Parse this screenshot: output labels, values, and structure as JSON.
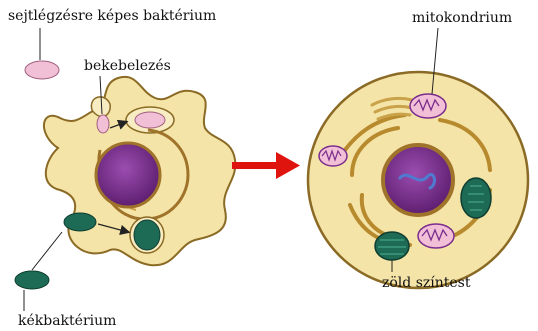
{
  "labels": {
    "aerobic_bacterium": "sejtlégzésre képes baktérium",
    "engulfment": "bekebelezés",
    "cyanobacterium": "kékbaktérium",
    "mitochondrion": "mitokondrium",
    "chloroplast": "zöld színtest"
  },
  "colors": {
    "cytoplasm": "#f5e4a8",
    "membrane": "#8a6a24",
    "nucleus": "#7b2d8e",
    "nucleus_ring": "#a0732a",
    "mitochondrion": "#f2c0d6",
    "chloroplast": "#1d6b55",
    "arrow": "#e0140f",
    "line": "#222222"
  }
}
